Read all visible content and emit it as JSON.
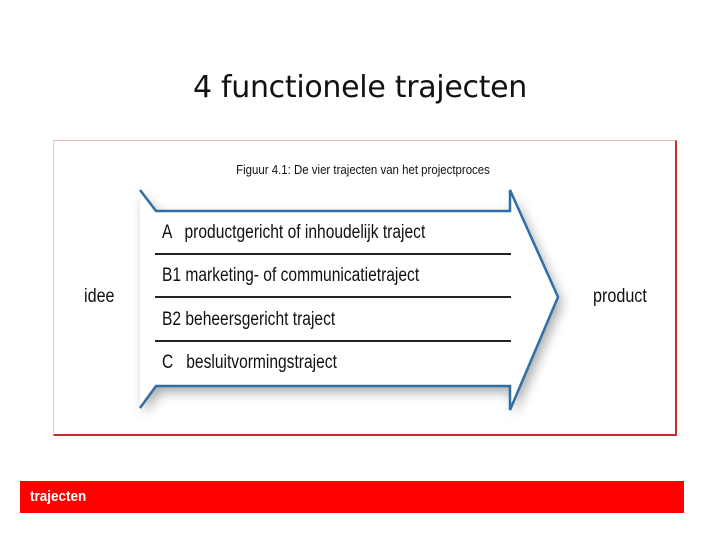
{
  "slide": {
    "title": "4 functionele trajecten"
  },
  "figure": {
    "caption": "Figuur 4.1: De vier trajecten van het projectproces",
    "start_label": "idee",
    "end_label": "product",
    "rows": [
      {
        "code": "A",
        "label": "A   productgericht of inhoudelijk traject"
      },
      {
        "code": "B1",
        "label": "B1 marketing- of communicatietraject"
      },
      {
        "code": "B2",
        "label": "B2 beheersgericht traject"
      },
      {
        "code": "C",
        "label": "C   besluitvormingstraject"
      }
    ],
    "colors": {
      "arrow_outline": "#2f6fa8",
      "divider": "#222222",
      "frame_border": "#c03030"
    }
  },
  "footer": {
    "label": "trajecten",
    "color": "#ff0000"
  }
}
